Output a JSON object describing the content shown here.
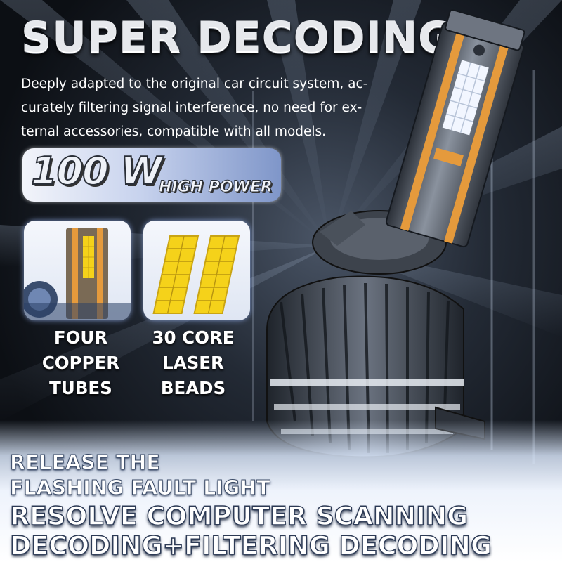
{
  "headline": "SUPER DECODING",
  "description": {
    "lines": [
      "Deeply adapted to the original car circuit system, ac-",
      "curately filtering signal interference, no need for ex-",
      "ternal accessories, compatible with all models."
    ]
  },
  "power": {
    "watts": "100 W",
    "label": "HIGH POWER"
  },
  "features": [
    {
      "icon": "copper-tube-bulb-icon",
      "lines": [
        "FOUR",
        "COPPER",
        "TUBES"
      ]
    },
    {
      "icon": "led-chip-icon",
      "lines": [
        "30 CORE",
        "LASER",
        "BEADS"
      ]
    }
  ],
  "bottom": {
    "release_lines": [
      "RELEASE THE",
      "FLASHING FAULT LIGHT"
    ],
    "resolve_lines": [
      "RESOLVE COMPUTER SCANNING",
      "DECODING+FILTERING DECODING"
    ]
  },
  "colors": {
    "led_yellow": "#f5d21a",
    "copper": "#e59a3c",
    "banner_blue": "#8aa0d4",
    "background_dark": "#0d1118"
  }
}
